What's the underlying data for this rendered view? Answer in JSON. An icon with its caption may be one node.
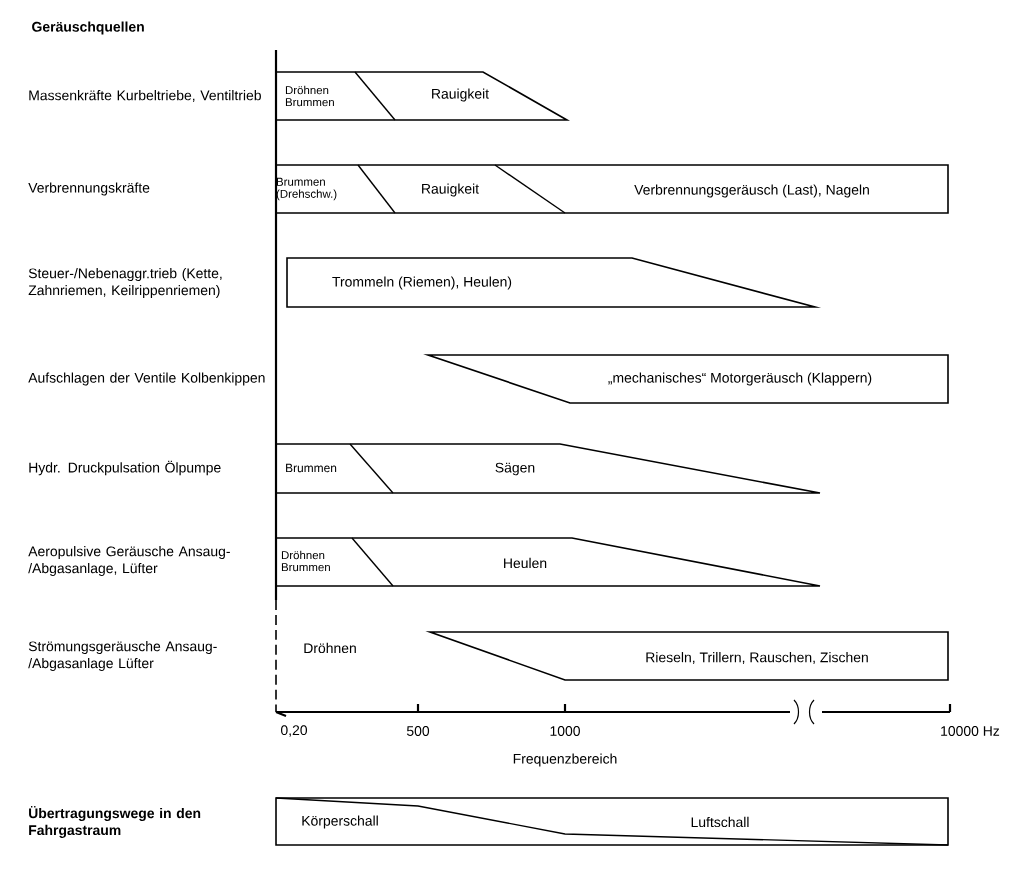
{
  "diagram": {
    "title": "Geräuschquellen",
    "nodes": [
      {
        "text": [
          "Dröhnen Brummen",
          "Rauigkeit"
        ]
      },
      {
        "text": [
          "Brummen (Drehschw.)",
          "Rauigkeit",
          "Verbrennungsgeräusch (Last), Nageln"
        ]
      },
      {
        "text": [
          "Trommeln (Riemen), Heulen)"
        ]
      },
      {
        "text": [
          "„mechanisches“ Motorgeräusch (Klappern)"
        ]
      },
      {
        "text": [
          "Brummen",
          "Sägen"
        ]
      },
      {
        "text": [
          "Dröhnen Brummen",
          "Heulen"
        ]
      },
      {
        "text": [
          "Rieseln, Trillern, Rauschen, Zischen"
        ]
      },
      {
        "text": [
          "Körperschall",
          "Luftschall"
        ]
      }
    ],
    "labels": [
      "Massenkräfte Kurbeltriebe, Ventiltrieb",
      "Verbrennungskräfte",
      "Steuer-/Nebenaggr.trieb (Kette, Zahnriemen, Keilrippenriemen)",
      "Aufschlagen der Ventile Kolbenkippen",
      "Hydr. Druckpulsation Ölpumpe",
      "Aeropulsive Geräusche Ansaug-/Abgasanlage, Lüfter",
      "Strömungsgeräusche Ansaug-/Abgasanlage Lüfter",
      "Dröhnen",
      "0,20",
      "500",
      "1000",
      "10000 Hz",
      "Frequenzbereich",
      "Übertragungswege in den Fahrgastraum"
    ]
  }
}
